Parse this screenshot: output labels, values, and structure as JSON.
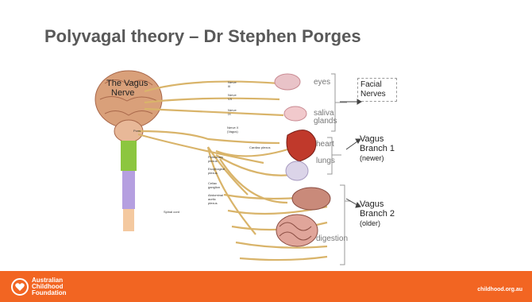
{
  "slide": {
    "title": "Polyvagal theory – Dr Stephen Porges"
  },
  "diagram": {
    "main_label_line1": "The Vagus",
    "main_label_line2": "Nerve",
    "organs": {
      "eyes": "eyes",
      "saliva_line1": "saliva",
      "saliva_line2": "glands",
      "heart": "heart",
      "lungs": "lungs",
      "digestion": "digestion"
    },
    "groups": {
      "facial_line1": "Facial",
      "facial_line2": "Nerves",
      "branch1_line1": "Vagus",
      "branch1_line2": "Branch 1",
      "branch1_line3": "(newer)",
      "branch2_line1": "Vagus",
      "branch2_line2": "Branch 2",
      "branch2_line3": "(older)"
    },
    "small_labels": {
      "nerve_iii_1": "Nerve",
      "nerve_iii_2": "III",
      "nerve_vii_1": "Nerve",
      "nerve_vii_2": "VII",
      "nerve_ix_1": "Nerve",
      "nerve_ix_2": "IX",
      "nerve_x_1": "Nerve X",
      "nerve_x_2": "(Vagus)",
      "pons": "Pons",
      "cardiac_plexus": "Cardiac plexus",
      "pulmonary_1": "Pulmonary",
      "pulmonary_2": "plexus",
      "esophageal_1": "Esophageal",
      "esophageal_2": "plexus",
      "celiac_1": "Celiac",
      "celiac_2": "ganglion",
      "abdominal_1": "Abdominal",
      "abdominal_2": "aortic",
      "abdominal_3": "plexus",
      "spinal_cord": "Spinal cord"
    }
  },
  "footer": {
    "org_line1": "Australian",
    "org_line2": "Childhood",
    "org_line3": "Foundation",
    "url": "childhood.org.au"
  },
  "colors": {
    "footer": "#f26522",
    "title": "#595959",
    "nerve": "#d9b46a",
    "spine_green": "#8cc63f",
    "spine_purple": "#b59fe0",
    "spine_peach": "#f4c9a0",
    "brain": "#d9a07a"
  }
}
